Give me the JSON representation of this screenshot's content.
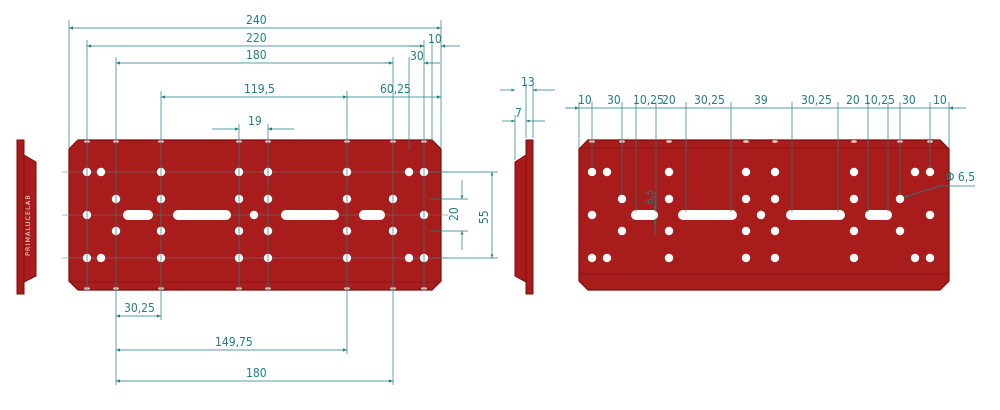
{
  "colors": {
    "plate": "#a81c1c",
    "plate_edge": "#7a0c0c",
    "plate_shade": "#8e1414",
    "hole": "#ffffff",
    "dimension": "#1e7f86",
    "center_line": "#6f7f86"
  },
  "brand_label": "PRIMALUCELAB",
  "front_view": {
    "top_dimensions": [
      "240",
      "220",
      "180",
      "119,5",
      "19",
      "10",
      "30",
      "60,25"
    ],
    "side_dimensions": [
      "20",
      "55"
    ],
    "bottom_dimensions": [
      "30,25",
      "149,75",
      "180"
    ]
  },
  "side_view": {
    "dimensions": [
      "13",
      "7"
    ]
  },
  "back_view": {
    "chain_dimensions": [
      "10",
      "30",
      "10,25",
      "20",
      "30,25",
      "39",
      "30,25",
      "20",
      "10,25",
      "30",
      "10"
    ],
    "slot_width": "6,5",
    "hole_diameter": "Φ 6,5"
  }
}
